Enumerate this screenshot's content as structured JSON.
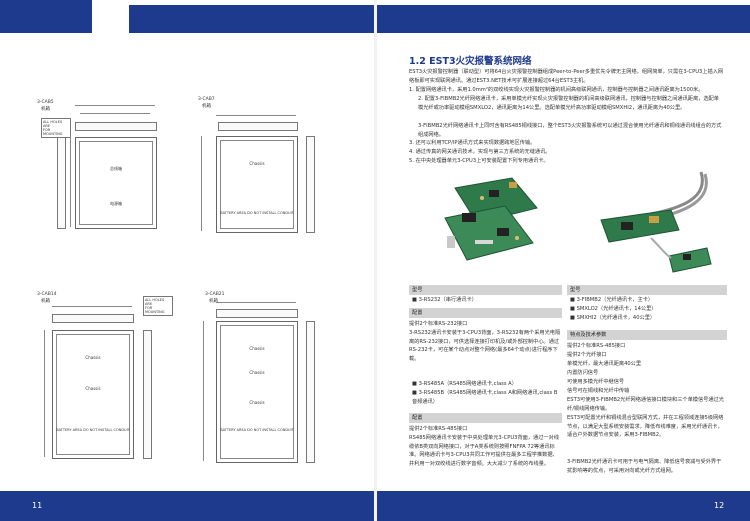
{
  "page_left": {
    "page_number": "11"
  },
  "page_right": {
    "page_number": "12"
  },
  "drawings": [
    {
      "id": "cab5",
      "label": "3-CAB5",
      "sublabel": "机箱",
      "inner_top": "总线箱",
      "inner_bottom": "电源箱"
    },
    {
      "id": "cab7",
      "label": "3-CAB7",
      "sublabel": "机箱",
      "inner_top": "Chassis",
      "inner_bottom": "BATTERY AREA\nDO NOT INSTALL CONDUIT"
    },
    {
      "id": "cab14",
      "label": "3-CAB14",
      "sublabel": "机箱",
      "inner_top": "Chassis",
      "inner_mid": "Chassis",
      "inner_bottom": "BATTERY AREA\nDO NOT INSTALL CONDUIT"
    },
    {
      "id": "cab21",
      "label": "3-CAB21",
      "sublabel": "机箱",
      "inner_top": "Chassis",
      "inner_mid": "Chassis",
      "inner_low": "Chassis",
      "inner_bottom": "BATTERY AREA\nDO NOT INSTALL CONDUIT"
    }
  ],
  "section": {
    "title": "1.2 EST3火灾报警系统网络",
    "intro": "EST3火灾报警控制器（联动型）可将64台火灾报警控制器组成Peer-to-Peer多重优先令牌无主网络，组网简单，只需在3-CPU3上插入网络板即可实现联网通讯。通过EST3.NET技术可扩展连接超过64台EST3主机。",
    "points": [
      "1.  配置网络通讯卡，采用1.0mm²的双绞线实现火灾报警控制器的机间高级联网通讯，控制器与控制器之间通讯距离为1500米。",
      "2.  配置3-FIBMB2光纤网络通讯卡，采用单模光纤实现火灾报警控制器的机间高级联网通讯，控制器与控制器之间通讯距离，选配单模光纤或功率驱动模组SMXLO2，通讯距离为14公里。选配单模光纤高功率驱动模组SMXHI2，通讯距离为40公里。",
      "3-FIBMB2光纤网络通讯卡上同时含有RS485铜线接口，整个EST3火灾报警系统可以通过混合使用光纤通讯和铜线通讯线组合的方式组成网络。",
      "3.  还可以利用TCP/IP通讯方式来实现数据跨地区传输。",
      "4.  通过传真的网关通讯技术，实现与第三方系统的无缝通讯。",
      "5.  在中央处理器单元3-CPU3上可安装配置下列专用通讯卡。"
    ]
  },
  "left_col": {
    "model_head": "型号",
    "model": "3-RS232（串行通讯卡）",
    "config_head": "配置",
    "config_lines": [
      "提供2个标准RS-232接口",
      "3-RS232通讯卡安装于3-CPU3背面，3-RS232有两个采用光电隔离的RS-232接口，可供选择连接打印机及/或外部控制中心。通过RS-232卡，可在某个动点对整个网络(最多64个动点)进行程序下载。"
    ],
    "model2": [
      "3-RS485A（RS485网络通讯卡,class A）",
      "3-RS485B（RS485网络通讯卡,class A和网络通讯,class B音频通讯）"
    ],
    "config2_head": "配置",
    "config2_lines": [
      "提供2个标准RS-485接口",
      "RS485网络通讯卡安装于中央处理单元3-CPU3背面，通过一对线缆依B类双向网络接口，对于A类系统则按照FNFPA 72等通讯标准。网络通讯卡与3-CPU3共同工作可提供在最多工程学推数据、并利用一对双绞线进行数字音频。大大减少了系统的布线量。"
    ]
  },
  "right_col": {
    "model_head": "型号",
    "models": [
      "3-FIBMB2（光纤通讯卡，主卡）",
      "SMXLO2（光纤通讯卡，14公里）",
      "SMXHI2（光纤通讯卡，40公里）"
    ],
    "feat_head": "特点及技术参数",
    "features": [
      "提供2个标准RS-485接口",
      "提供2个光纤接口",
      "单模光纤，最大通讯距离40公里",
      "内置防闪信号",
      "可使用多模光纤中继信号",
      "信号可在铜线和光纤中传输",
      "EST3可使用3-FIBMB2光纤网络通信接口模块和三个单模信号通过光纤/铜线网络传输。",
      "EST3可配置光纤和铜线混合型联网方式，并在工程领域连接5级网络节点，以满足大型系统安装需求，降低布线难度，采用光纤通讯卡，适合户外数据节点安装，采用3-FIBMB2。",
      "3-FIBMB2光纤通讯卡可用于与电气隔离、降低信号衰减与受外界干扰影响等的优点，可采用对向或光纤方式组网。"
    ]
  }
}
